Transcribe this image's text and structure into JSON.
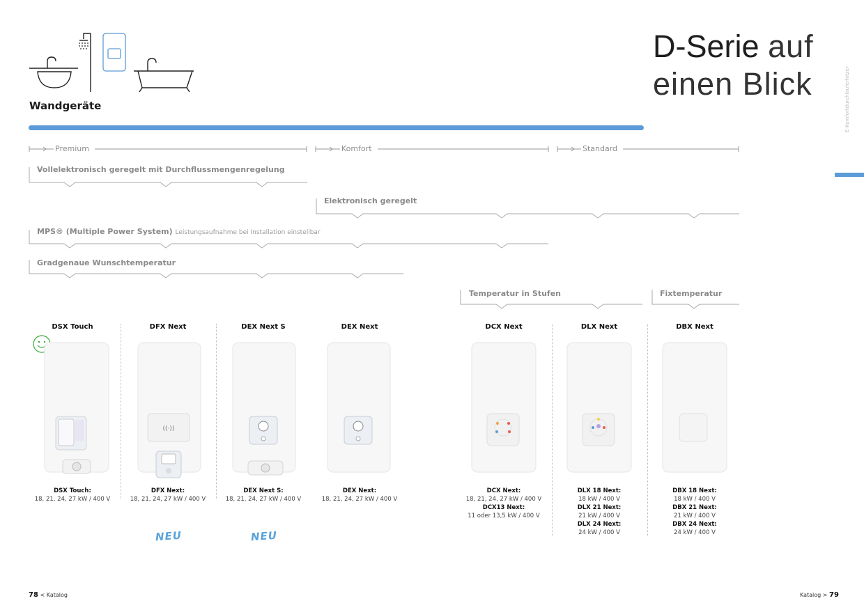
{
  "header": {
    "title_line1_bold": "D-Serie",
    "title_line1_light": "auf",
    "title_line2": "einen Blick",
    "side_label": "E-Komfortdurchlauferhitzer",
    "section": "Wandgeräte"
  },
  "levels": [
    "Premium",
    "Komfort",
    "Standard"
  ],
  "categories": {
    "voll": "Vollelektronisch geregelt mit Durchflussmengenregelung",
    "elektro": "Elektronisch geregelt",
    "mps_main": "MPS® (Multiple Power System)",
    "mps_sub": "Leistungsaufnahme bei Installation einstellbar",
    "grad": "Gradgenaue Wunschtemperatur",
    "stufen": "Temperatur in Stufen",
    "fix": "Fixtemperatur"
  },
  "products": [
    {
      "name": "DSX Touch",
      "spec_label": "DSX Touch:",
      "spec": "18, 21, 24, 27 kW / 400 V"
    },
    {
      "name": "DFX Next",
      "spec_label": "DFX Next:",
      "spec": "18, 21, 24, 27 kW / 400 V"
    },
    {
      "name": "DEX Next S",
      "spec_label": "DEX Next S:",
      "spec": "18, 21, 24, 27 kW / 400 V"
    },
    {
      "name": "DEX Next",
      "spec_label": "DEX Next:",
      "spec": "18, 21, 24, 27 kW / 400 V"
    },
    {
      "name": "DCX Next",
      "spec_label": "DCX Next:",
      "spec": "18, 21, 24, 27 kW / 400 V",
      "spec2_label": "DCX13 Next:",
      "spec2": "11 oder 13,5 kW / 400 V"
    },
    {
      "name": "DLX Next",
      "lines": [
        {
          "label": "DLX 18 Next:",
          "value": "18 kW / 400 V"
        },
        {
          "label": "DLX 21 Next:",
          "value": "21 kW / 400 V"
        },
        {
          "label": "DLX 24 Next:",
          "value": "24 kW / 400 V"
        }
      ]
    },
    {
      "name": "DBX Next",
      "lines": [
        {
          "label": "DBX 18 Next:",
          "value": "18 kW / 400 V"
        },
        {
          "label": "DBX 21 Next:",
          "value": "21 kW / 400 V"
        },
        {
          "label": "DBX 24 Next:",
          "value": "24 kW / 400 V"
        }
      ]
    }
  ],
  "badges": {
    "new": "NEU"
  },
  "footer": {
    "left_num": "78",
    "left_text": "< Katalog",
    "right_text": "Katalog >",
    "right_num": "79"
  },
  "colors": {
    "accent": "#5c9bd8",
    "smiley": "#3daa3d",
    "neu": "#5aa3d9"
  }
}
